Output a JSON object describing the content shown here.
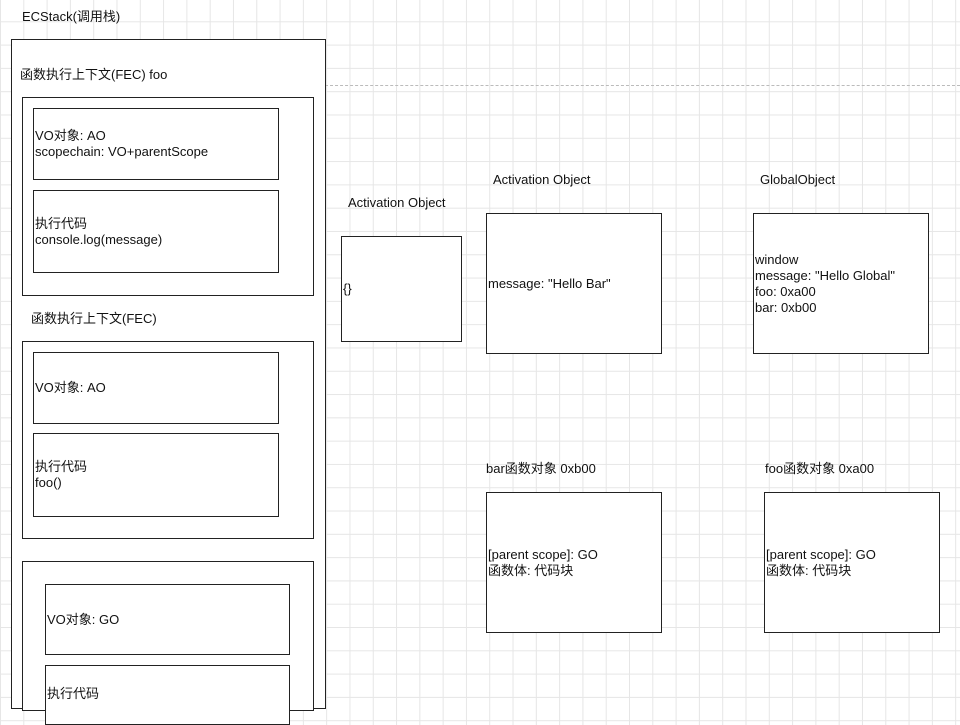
{
  "ecstack": {
    "title": "ECStack(调用栈)",
    "fec_foo": {
      "title": "函数执行上下文(FEC) foo",
      "vo": "VO对象: AO\nscopechain: VO+parentScope",
      "code": "执行代码\nconsole.log(message)"
    },
    "fec": {
      "title": "函数执行上下文(FEC)",
      "vo": "VO对象: AO",
      "code": "执行代码\nfoo()"
    },
    "gec": {
      "vo": "VO对象: GO",
      "code": "执行代码"
    }
  },
  "ao1": {
    "title": "Activation Object",
    "content": "{}"
  },
  "ao2": {
    "title": "Activation Object",
    "content": "message: \"Hello Bar\""
  },
  "go": {
    "title": "GlobalObject",
    "content": "window\nmessage: \"Hello Global\"\nfoo: 0xa00\nbar: 0xb00"
  },
  "bar_fn": {
    "title": "bar函数对象 0xb00",
    "content": "[parent scope]: GO\n函数体: 代码块"
  },
  "foo_fn": {
    "title": "foo函数对象 0xa00",
    "content": "[parent scope]: GO\n函数体: 代码块"
  }
}
